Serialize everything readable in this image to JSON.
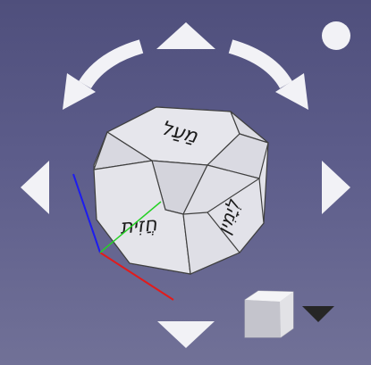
{
  "navigation_cube": {
    "faces": {
      "top": "מַעַל",
      "front": "חֲזִית",
      "right": "לְיָמִין"
    },
    "colors": {
      "background_top": "#4f4f7c",
      "background_bottom": "#717197",
      "controls": "#f2f2f6",
      "cube_face": "#e3e3ea",
      "axis_x": "#e21b1b",
      "axis_y": "#26d126",
      "axis_z": "#1c1cf0",
      "menu_arrow": "#262626"
    },
    "icons": {
      "rotate_ccw": "curved-arrow-left-icon",
      "rotate_cw": "curved-arrow-right-icon",
      "up": "triangle-up-icon",
      "down": "triangle-down-icon",
      "left": "triangle-left-icon",
      "right": "triangle-right-icon",
      "home": "circle-icon",
      "view_menu": "cube-icon",
      "menu_dropdown": "triangle-down-icon"
    }
  }
}
